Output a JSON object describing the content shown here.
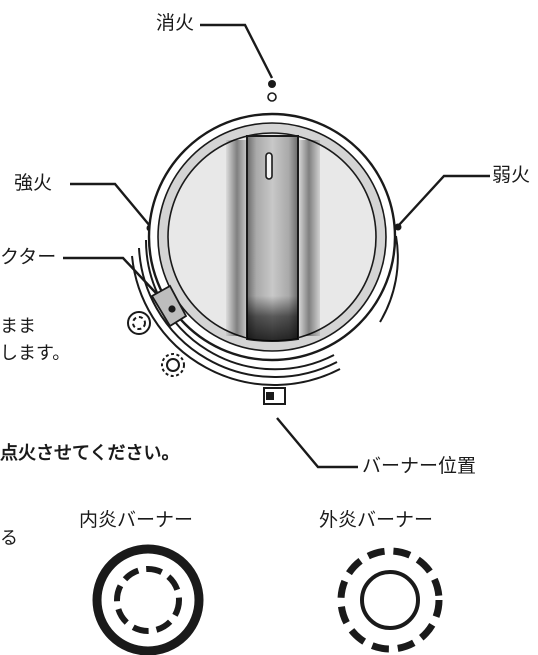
{
  "labels": {
    "extinguish": "消火",
    "high": "強火",
    "low": "弱火",
    "selector_partial": "クター",
    "burner_position": "バーナー位置",
    "inner_burner": "内炎バーナー",
    "outer_burner": "外炎バーナー"
  },
  "notes": {
    "line1_partial": "まま",
    "line2_partial": "します。",
    "instruction_partial": "点火させてください。",
    "side_partial": "る"
  },
  "icons": {
    "knob": "gas-knob-dial",
    "burner_position": "burner-position-indicator-icon",
    "inner_burner": "inner-flame-burner-icon",
    "outer_burner": "outer-flame-burner-icon"
  },
  "colors": {
    "stroke": "#1a1a1a",
    "knob_face": "#c9c9c9",
    "knob_ring": "#e6e6e6"
  }
}
